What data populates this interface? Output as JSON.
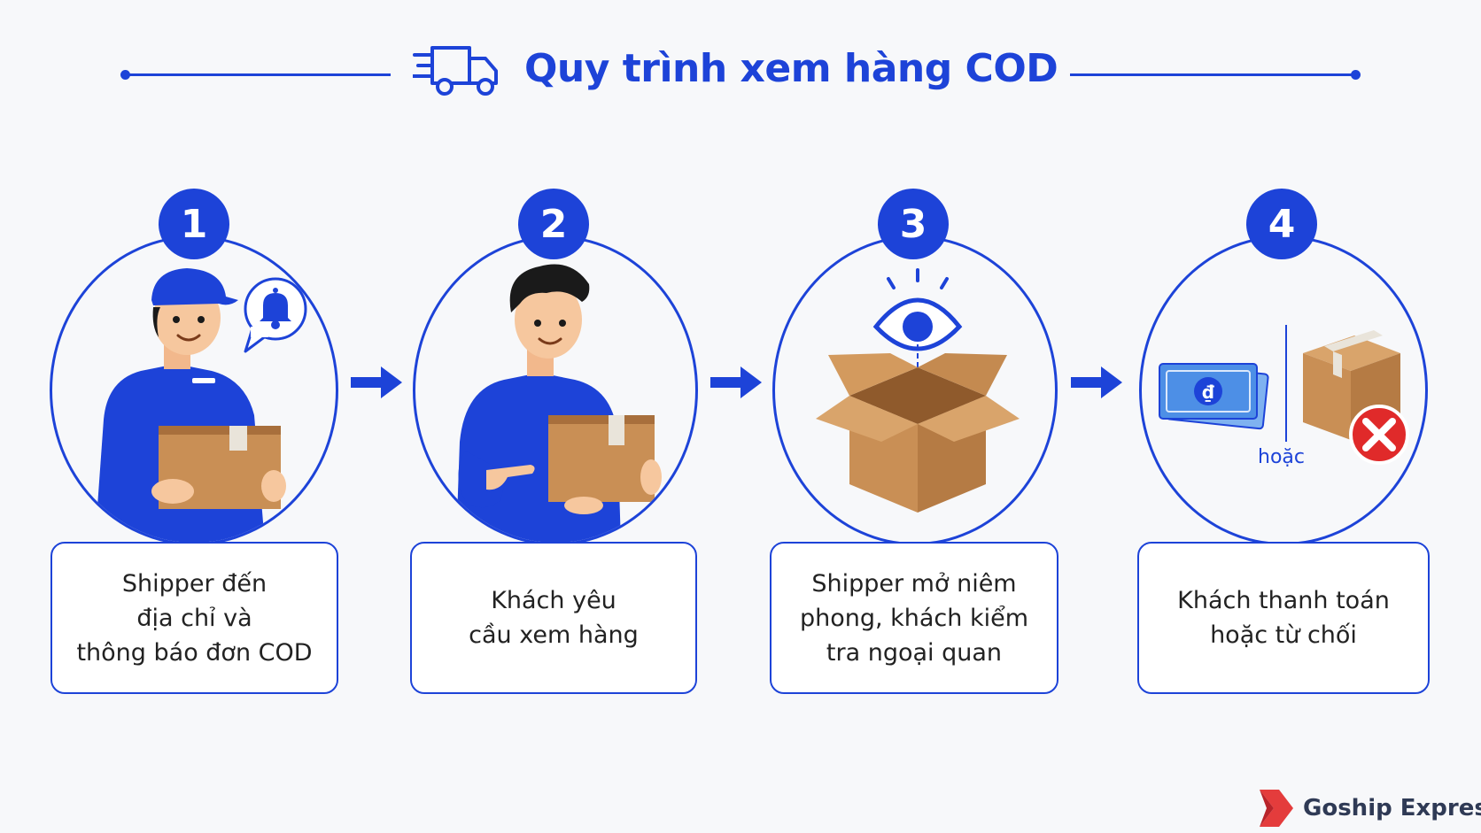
{
  "header": {
    "title": "Quy trình xem hàng COD",
    "icon": "delivery-truck-icon"
  },
  "steps": [
    {
      "number": "1",
      "label": "Shipper đến\nđịa chỉ và\nthông báo đơn COD",
      "icon": "shipper-with-box-and-bell"
    },
    {
      "number": "2",
      "label": "Khách yêu\ncầu xem hàng",
      "icon": "customer-pointing-at-box"
    },
    {
      "number": "3",
      "label": "Shipper mở niêm\nphong, khách kiểm\ntra ngoại quan",
      "icon": "eye-over-open-box"
    },
    {
      "number": "4",
      "label": "Khách thanh toán\nhoặc từ chối",
      "icon": "cash-or-rejected-box",
      "or_label": "hoặc"
    }
  ],
  "brand": {
    "name": "Goship Express",
    "icon": "goship-chevron-logo"
  },
  "colors": {
    "accent": "#1d43d8",
    "box": "#c98f55",
    "box_dark": "#a86f3c",
    "reject": "#e02a2a",
    "brand_red": "#e43c3c"
  }
}
